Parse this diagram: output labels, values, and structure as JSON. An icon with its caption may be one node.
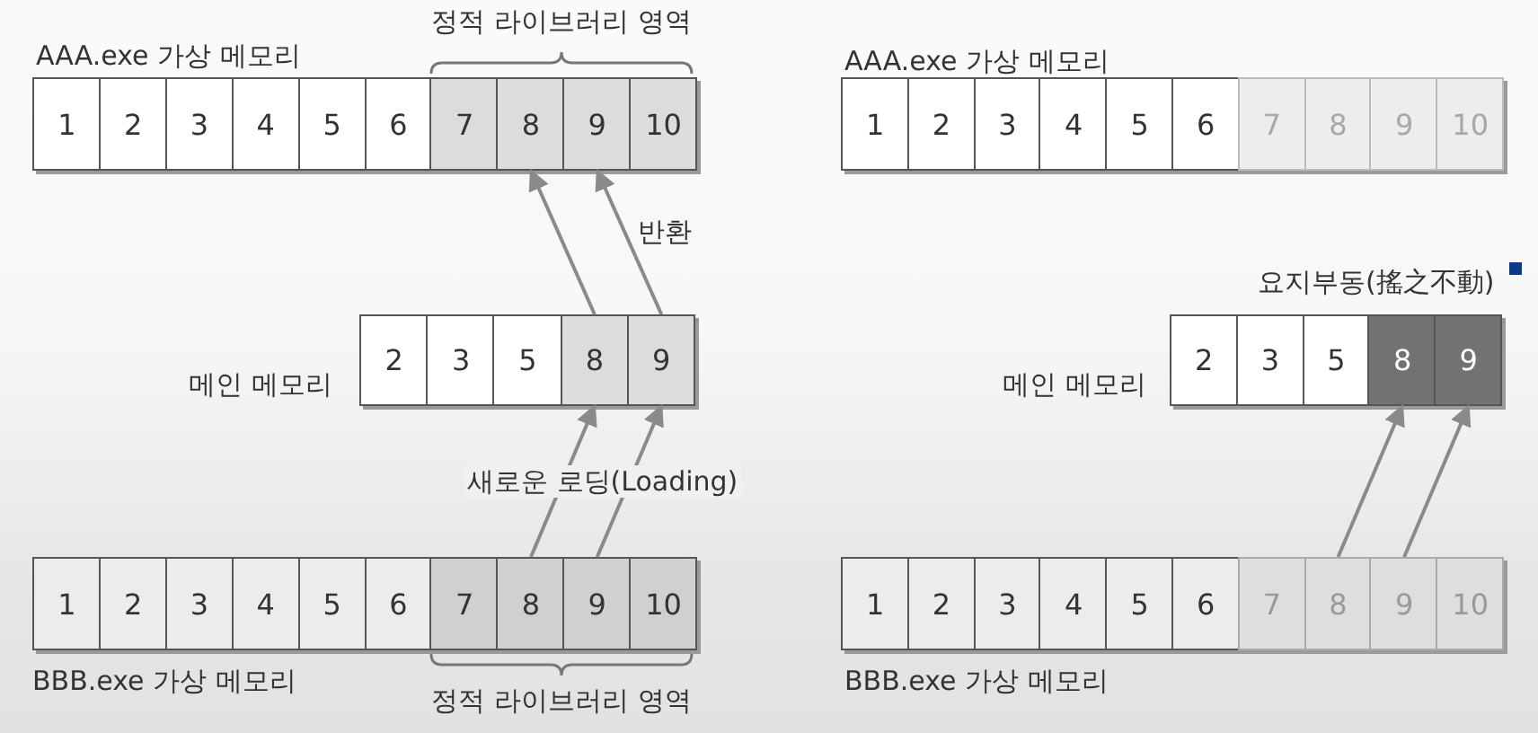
{
  "diagram": {
    "nodes": [
      {
        "text": [
          "AAA.exe 가상 메모리"
        ]
      },
      {
        "text": [
          "1"
        ],
        "in": 0
      },
      {
        "text": [
          "2"
        ],
        "in": 0
      },
      {
        "text": [
          "3"
        ],
        "in": 0
      },
      {
        "text": [
          "4"
        ],
        "in": 0
      },
      {
        "text": [
          "5"
        ],
        "in": 0
      },
      {
        "text": [
          "6"
        ],
        "in": 0
      },
      {
        "text": [
          "7"
        ],
        "in": 0
      },
      {
        "text": [
          "8"
        ],
        "in": 0
      },
      {
        "text": [
          "9"
        ],
        "in": 0
      },
      {
        "text": [
          "10"
        ],
        "in": 0
      },
      {
        "text": [
          "메인 메모리"
        ]
      },
      {
        "text": [
          "2"
        ],
        "in": 11
      },
      {
        "text": [
          "3"
        ],
        "in": 11
      },
      {
        "text": [
          "5"
        ],
        "in": 11
      },
      {
        "text": [
          "8"
        ],
        "in": 11
      },
      {
        "text": [
          "9"
        ],
        "in": 11
      },
      {
        "text": [
          "BBB.exe 가상 메모리"
        ]
      },
      {
        "text": [
          "1"
        ],
        "in": 17
      },
      {
        "text": [
          "2"
        ],
        "in": 17
      },
      {
        "text": [
          "3"
        ],
        "in": 17
      },
      {
        "text": [
          "4"
        ],
        "in": 17
      },
      {
        "text": [
          "5"
        ],
        "in": 17
      },
      {
        "text": [
          "6"
        ],
        "in": 17
      },
      {
        "text": [
          "7"
        ],
        "in": 17
      },
      {
        "text": [
          "8"
        ],
        "in": 17
      },
      {
        "text": [
          "9"
        ],
        "in": 17
      },
      {
        "text": [
          "10"
        ],
        "in": 17
      },
      {
        "text": [
          "AAA.exe 가상 메모리"
        ]
      },
      {
        "text": [
          "1"
        ],
        "in": 28
      },
      {
        "text": [
          "2"
        ],
        "in": 28
      },
      {
        "text": [
          "3"
        ],
        "in": 28
      },
      {
        "text": [
          "4"
        ],
        "in": 28
      },
      {
        "text": [
          "5"
        ],
        "in": 28
      },
      {
        "text": [
          "6"
        ],
        "in": 28
      },
      {
        "text": [
          "7"
        ],
        "in": 28
      },
      {
        "text": [
          "8"
        ],
        "in": 28
      },
      {
        "text": [
          "9"
        ],
        "in": 28
      },
      {
        "text": [
          "10"
        ],
        "in": 28
      },
      {
        "text": [
          "메인 메모리"
        ]
      },
      {
        "text": [
          "2"
        ],
        "in": 39
      },
      {
        "text": [
          "3"
        ],
        "in": 39
      },
      {
        "text": [
          "5"
        ],
        "in": 39
      },
      {
        "text": [
          "8"
        ],
        "in": 39
      },
      {
        "text": [
          "9"
        ],
        "in": 39
      },
      {
        "text": [
          "BBB.exe 가상 메모리"
        ]
      },
      {
        "text": [
          "1"
        ],
        "in": 45
      },
      {
        "text": [
          "2"
        ],
        "in": 45
      },
      {
        "text": [
          "3"
        ],
        "in": 45
      },
      {
        "text": [
          "4"
        ],
        "in": 45
      },
      {
        "text": [
          "5"
        ],
        "in": 45
      },
      {
        "text": [
          "6"
        ],
        "in": 45
      },
      {
        "text": [
          "7"
        ],
        "in": 45
      },
      {
        "text": [
          "8"
        ],
        "in": 45
      },
      {
        "text": [
          "9"
        ],
        "in": 45
      },
      {
        "text": [
          "10"
        ],
        "in": 45
      }
    ],
    "edges": [
      {
        "from": 15,
        "to": 8,
        "arrow": "to"
      },
      {
        "from": 16,
        "to": 9,
        "arrow": "to"
      },
      {
        "from": 25,
        "to": 15,
        "arrow": "to"
      },
      {
        "from": 26,
        "to": 16,
        "arrow": "to"
      },
      {
        "from": 53,
        "to": 43,
        "arrow": "to"
      },
      {
        "from": 54,
        "to": 44,
        "arrow": "to"
      }
    ],
    "labels": [
      "정적 라이브러리 영역",
      "반환",
      "요지부동(搖之不動)",
      "새로운 로딩(Loading)",
      "정적 라이브러리 영역"
    ]
  }
}
